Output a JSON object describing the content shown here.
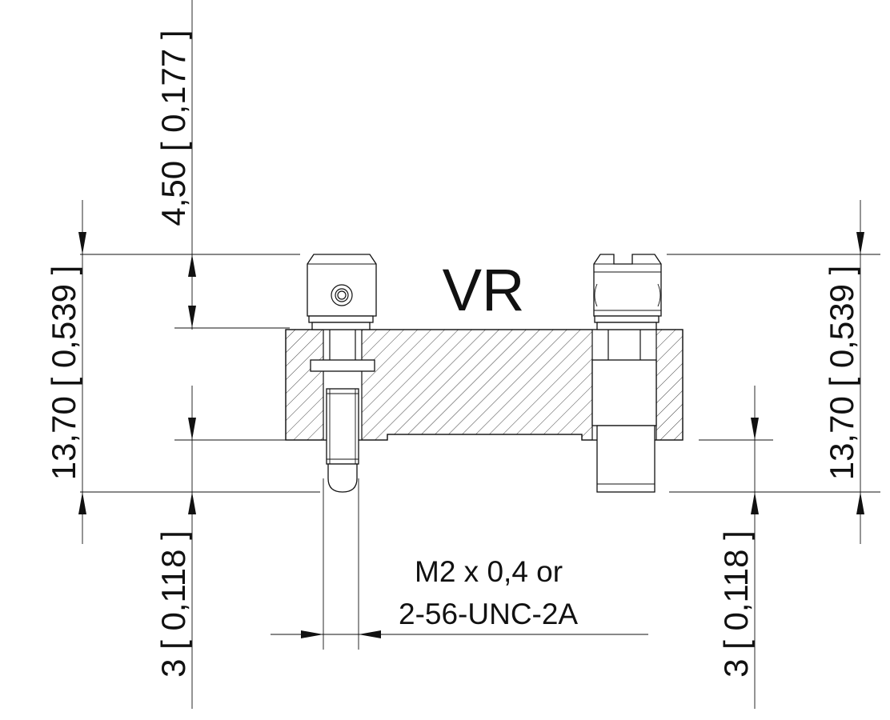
{
  "title": "VR",
  "thread_note": {
    "line1": "M2 x 0,4 or",
    "line2": "2-56-UNC-2A"
  },
  "dimensions": {
    "top_left": "4,50 [ 0,177 ]",
    "height_left": "13,70 [ 0,539 ]",
    "height_right": "13,70 [ 0,539 ]",
    "bottom_left": "3 [ 0,118 ]",
    "bottom_right": "3 [ 0,118 ]"
  }
}
